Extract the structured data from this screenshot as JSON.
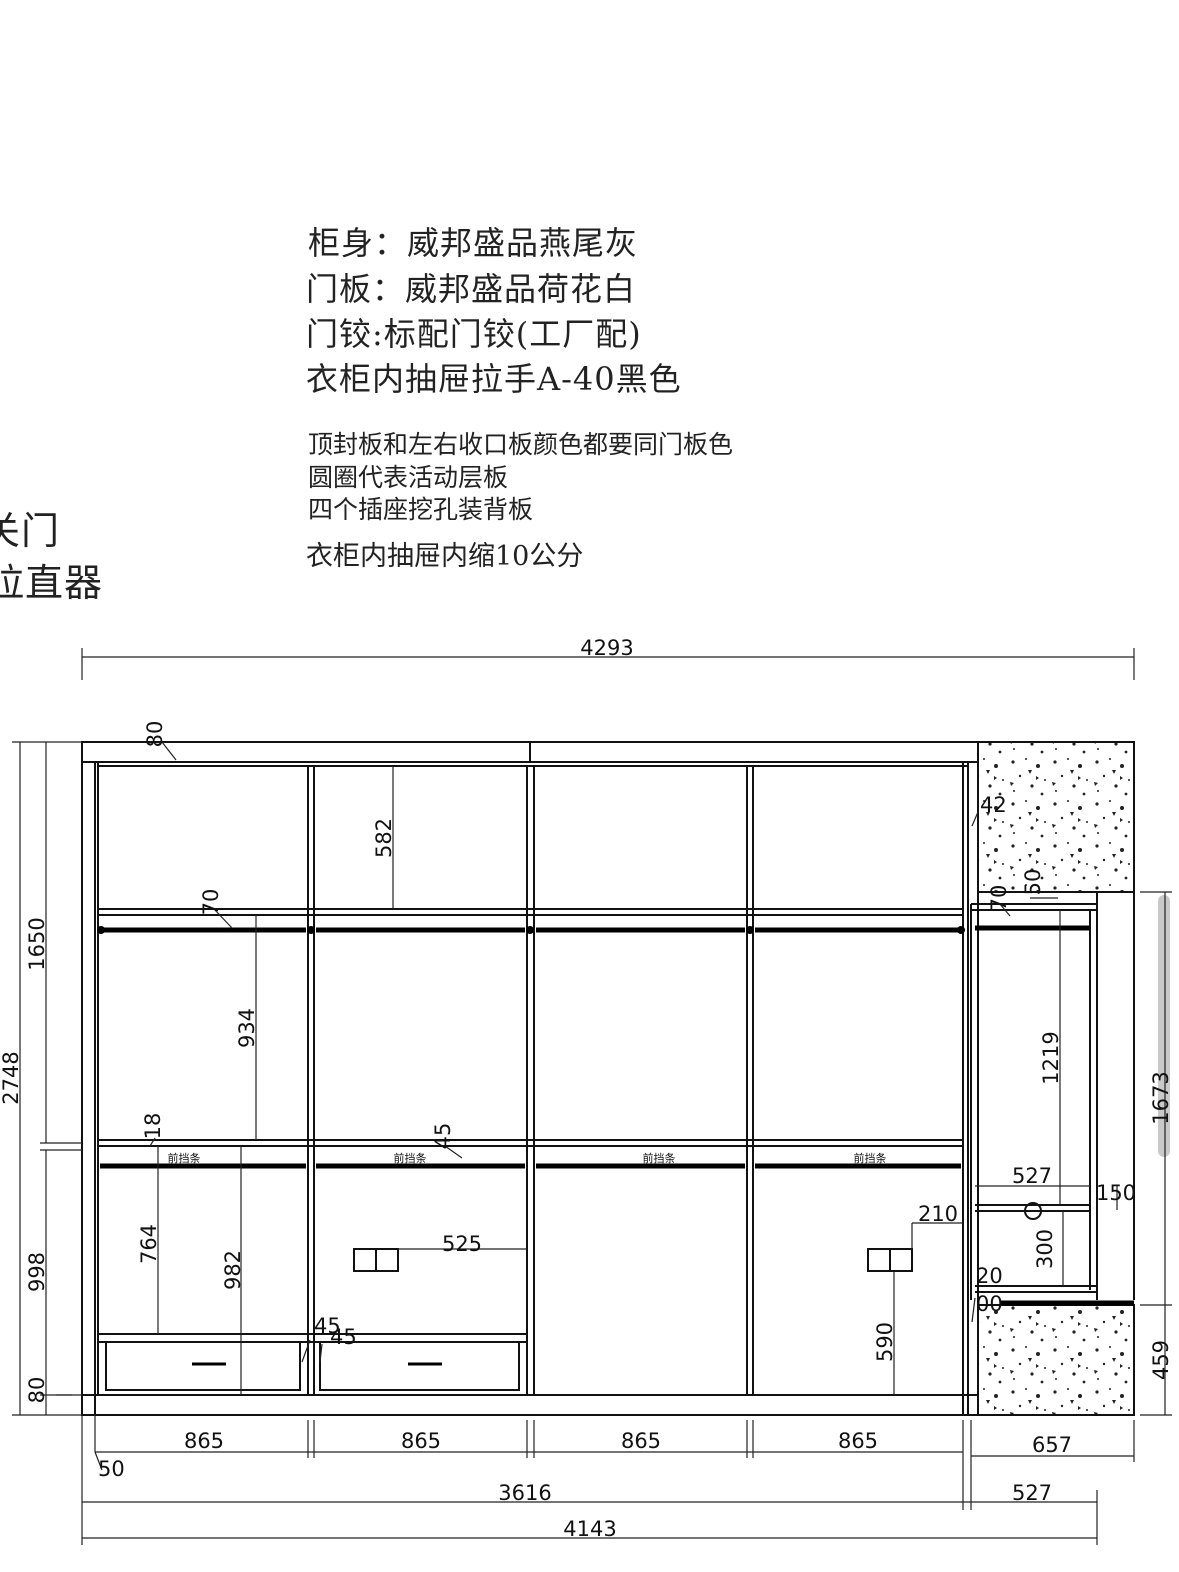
{
  "notes": {
    "cabinet_body": "柜身：威邦盛品燕尾灰",
    "door_panel": "门板：威邦盛品荷花白",
    "hinge": "门铰:标配门铰(工厂配)",
    "drawer_handle": "衣柜内抽屉拉手A-40黑色",
    "top_sealing": "顶封板和左右收口板颜色都要同门板色",
    "circle_meaning": "圆圈代表活动层板",
    "sockets": "四个插座挖孔装背板",
    "drawer_inset": "衣柜内抽屉内缩10公分"
  },
  "side_fragments": {
    "line1": "关门",
    "line2": "拉直器"
  },
  "dimensions": {
    "total_width": "4293",
    "total_height": "2748",
    "upper_height": "1650",
    "lower_height": "998",
    "top_board": "80",
    "bottom_plinth": "80",
    "upper_shelf_gap": "582",
    "rail_offset": "70",
    "hanging_height": "934",
    "shelf_thickness": "18",
    "front_strip": "45",
    "lower_hanging": "764",
    "lower_to_floor": "982",
    "drawer_gap_a": "45",
    "drawer_gap_b": "45",
    "socket_offset_left": "525",
    "socket_offset_right": "210",
    "socket_height": "590",
    "right_top_gap": "42",
    "right_rail_70": "70",
    "right_rail_50": "50",
    "right_hanging": "1219",
    "right_inner_width": "527",
    "right_side_150": "150",
    "right_shelf_gap": "300",
    "right_20": "20",
    "right_00": "00",
    "right_total_height": "1673",
    "right_lower_height": "459",
    "bay1": "865",
    "bay2": "865",
    "bay3": "865",
    "bay4": "865",
    "left_edge": "50",
    "right_width_657": "657",
    "main_width": "3616",
    "right_width_527": "527",
    "overall_width": "4143"
  },
  "labels": {
    "front_strip_1": "前挡条",
    "front_strip_2": "前挡条",
    "front_strip_3": "前挡条",
    "front_strip_4": "前挡条"
  }
}
